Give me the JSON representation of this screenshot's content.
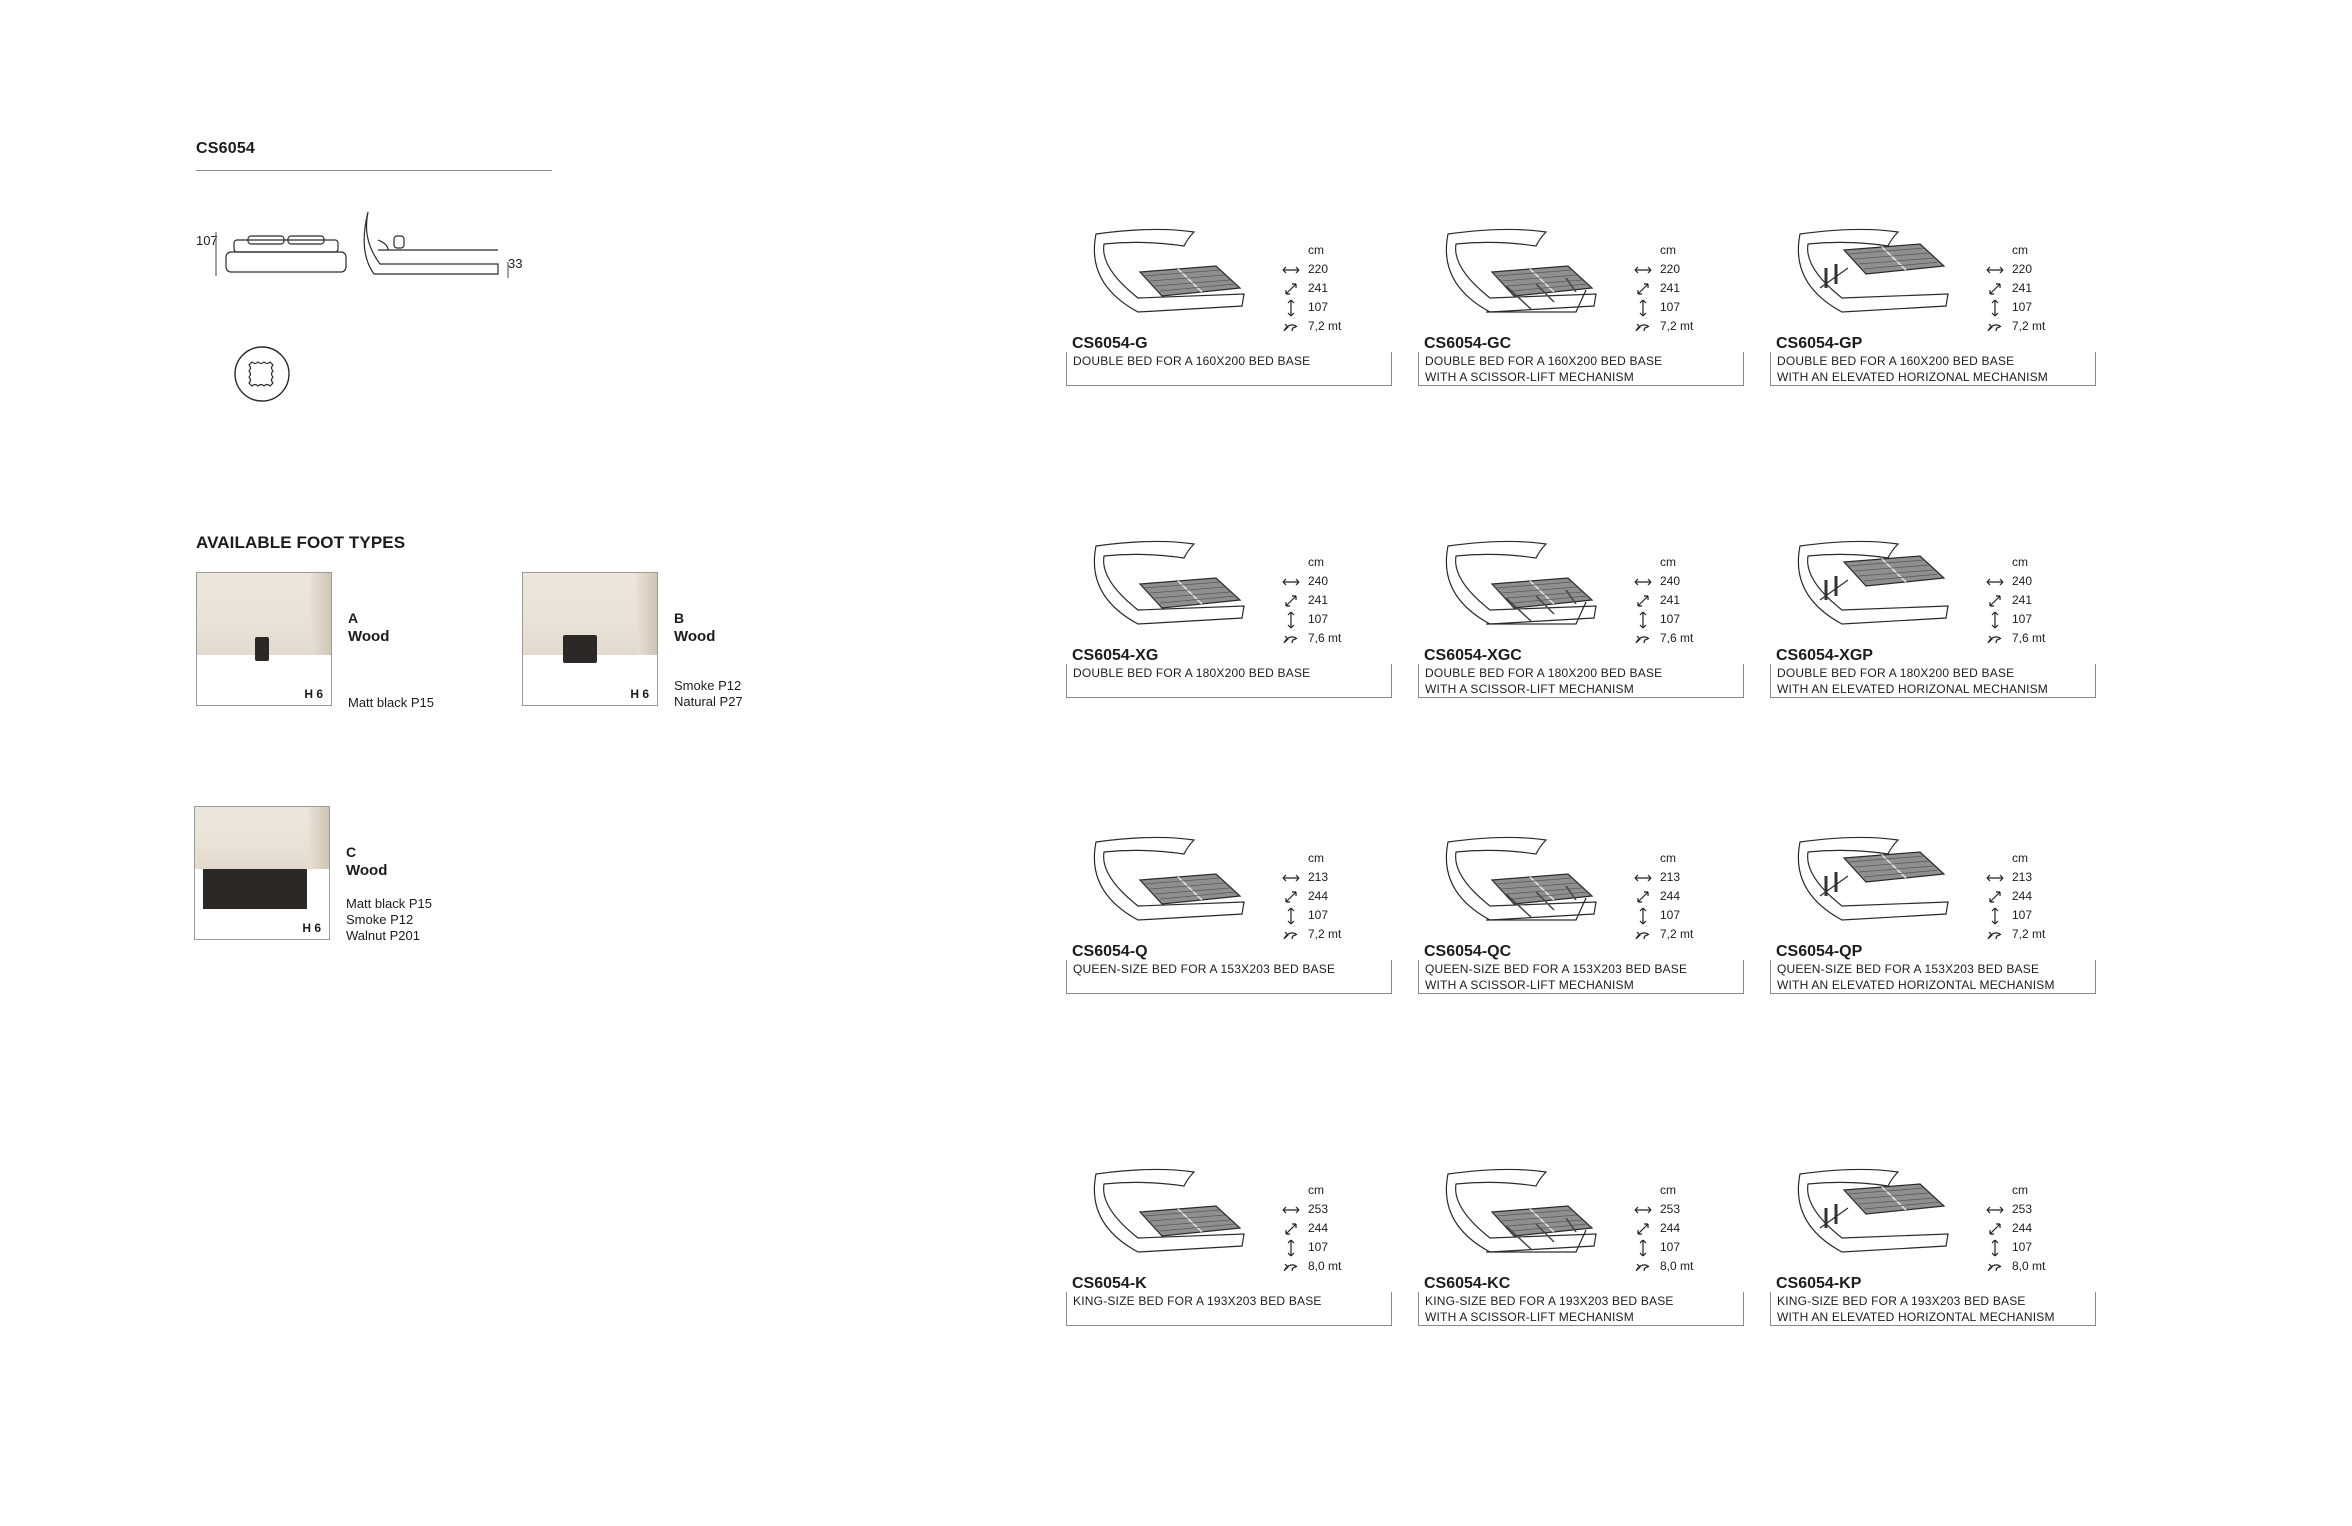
{
  "header": {
    "code": "CS6054"
  },
  "drawing": {
    "height_label": "107",
    "base_label": "33"
  },
  "fabric_icon": "fabric-swatch-icon",
  "feet": {
    "heading": "AVAILABLE FOOT TYPES",
    "items": [
      {
        "letter": "A",
        "material": "Wood",
        "height": "H 6",
        "finishes": [
          "Matt black P15"
        ]
      },
      {
        "letter": "B",
        "material": "Wood",
        "height": "H 6",
        "finishes": [
          "Smoke P12",
          "Natural P27"
        ]
      },
      {
        "letter": "C",
        "material": "Wood",
        "height": "H 6",
        "finishes": [
          "Matt black P15",
          "Smoke P12",
          "Walnut P201"
        ]
      }
    ]
  },
  "spec_icons": [
    "width-arrow-icon",
    "depth-arrow-icon",
    "height-arrow-icon",
    "fabric-meters-icon"
  ],
  "products": [
    {
      "code": "CS6054-G",
      "unit": "cm",
      "width": "220",
      "depth": "241",
      "height": "107",
      "fabric": "7,2 mt",
      "desc": [
        "DOUBLE BED FOR A 160X200 BED BASE"
      ]
    },
    {
      "code": "CS6054-GC",
      "unit": "cm",
      "width": "220",
      "depth": "241",
      "height": "107",
      "fabric": "7,2 mt",
      "desc": [
        "DOUBLE BED FOR A 160X200 BED BASE",
        "WITH A SCISSOR-LIFT MECHANISM"
      ]
    },
    {
      "code": "CS6054-GP",
      "unit": "cm",
      "width": "220",
      "depth": "241",
      "height": "107",
      "fabric": "7,2 mt",
      "desc": [
        "DOUBLE BED FOR A 160X200 BED BASE",
        "WITH AN ELEVATED HORIZONAL MECHANISM"
      ]
    },
    {
      "code": "CS6054-XG",
      "unit": "cm",
      "width": "240",
      "depth": "241",
      "height": "107",
      "fabric": "7,6 mt",
      "desc": [
        "DOUBLE BED FOR A 180X200 BED BASE"
      ]
    },
    {
      "code": "CS6054-XGC",
      "unit": "cm",
      "width": "240",
      "depth": "241",
      "height": "107",
      "fabric": "7,6 mt",
      "desc": [
        "DOUBLE BED FOR A 180X200 BED BASE",
        "WITH A SCISSOR-LIFT MECHANISM"
      ]
    },
    {
      "code": "CS6054-XGP",
      "unit": "cm",
      "width": "240",
      "depth": "241",
      "height": "107",
      "fabric": "7,6 mt",
      "desc": [
        "DOUBLE BED FOR A 180X200 BED BASE",
        "WITH AN ELEVATED HORIZONAL MECHANISM"
      ]
    },
    {
      "code": "CS6054-Q",
      "unit": "cm",
      "width": "213",
      "depth": "244",
      "height": "107",
      "fabric": "7,2 mt",
      "desc": [
        "QUEEN-SIZE BED FOR A 153X203 BED BASE"
      ]
    },
    {
      "code": "CS6054-QC",
      "unit": "cm",
      "width": "213",
      "depth": "244",
      "height": "107",
      "fabric": "7,2 mt",
      "desc": [
        "QUEEN-SIZE BED FOR A 153X203 BED BASE",
        "WITH A SCISSOR-LIFT MECHANISM"
      ]
    },
    {
      "code": "CS6054-QP",
      "unit": "cm",
      "width": "213",
      "depth": "244",
      "height": "107",
      "fabric": "7,2 mt",
      "desc": [
        "QUEEN-SIZE BED FOR A 153X203 BED BASE",
        "WITH AN ELEVATED HORIZONTAL MECHANISM"
      ]
    },
    {
      "code": "CS6054-K",
      "unit": "cm",
      "width": "253",
      "depth": "244",
      "height": "107",
      "fabric": "8,0 mt",
      "desc": [
        "KING-SIZE BED FOR A 193X203 BED BASE"
      ]
    },
    {
      "code": "CS6054-KC",
      "unit": "cm",
      "width": "253",
      "depth": "244",
      "height": "107",
      "fabric": "8,0 mt",
      "desc": [
        "KING-SIZE BED FOR A 193X203 BED BASE",
        "WITH A SCISSOR-LIFT MECHANISM"
      ]
    },
    {
      "code": "CS6054-KP",
      "unit": "cm",
      "width": "253",
      "depth": "244",
      "height": "107",
      "fabric": "8,0 mt",
      "desc": [
        "KING-SIZE BED FOR A 193X203 BED BASE",
        "WITH AN ELEVATED HORIZONTAL MECHANISM"
      ]
    }
  ]
}
